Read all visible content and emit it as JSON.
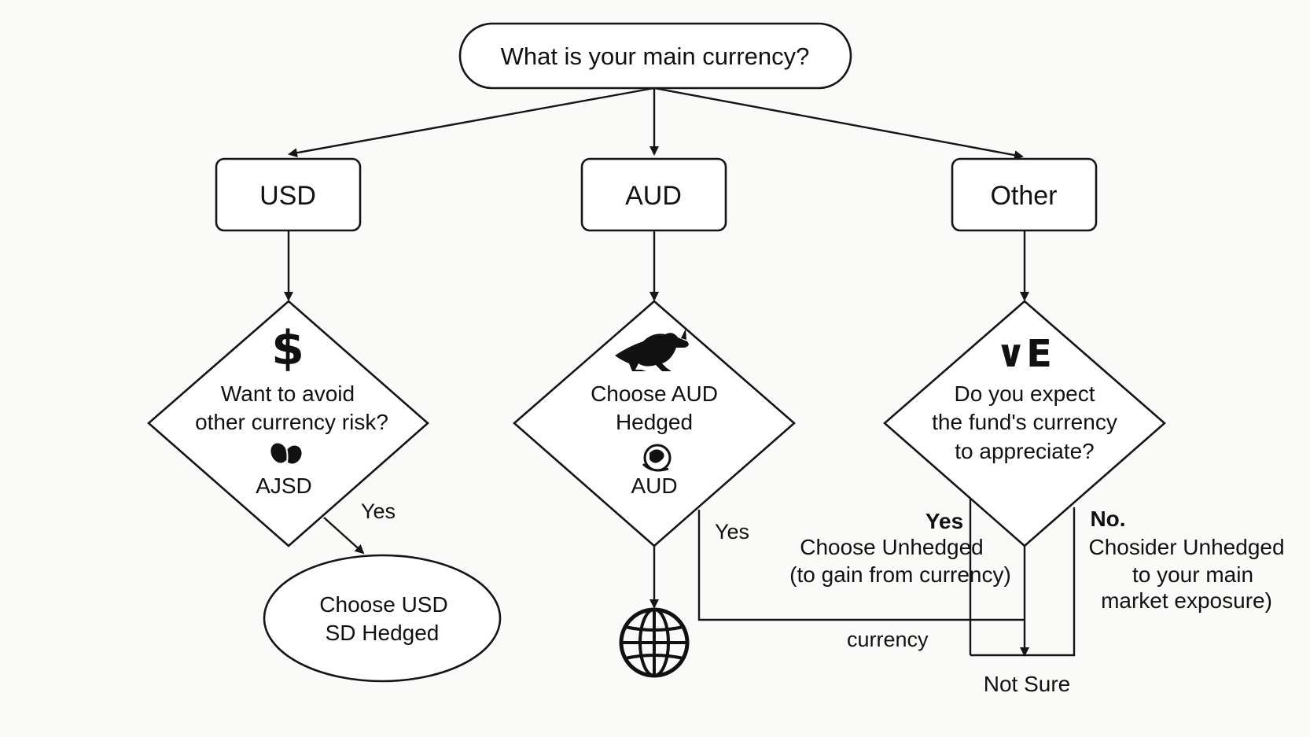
{
  "root": {
    "label": "What is your main currency?"
  },
  "options": {
    "usd": {
      "label": "USD"
    },
    "aud": {
      "label": "AUD"
    },
    "other": {
      "label": "Other"
    }
  },
  "decisions": {
    "usd": {
      "icon": "dollar-icon",
      "glyph": "$",
      "lines": [
        "Want to avoid",
        "other currency risk?"
      ],
      "sub_icon": "leaf-icon",
      "sub_label": "AJSD"
    },
    "aud": {
      "icon": "kangaroo-icon",
      "lines": [
        "Choose AUD",
        "Hedged"
      ],
      "sub_icon": "globe-swirl-icon",
      "sub_label": "AUD"
    },
    "other": {
      "icon": "currency-symbol-icon",
      "glyph": "∨E",
      "lines": [
        "Do you expect",
        "the fund's currency",
        "to appreciate?"
      ]
    }
  },
  "outcomes": {
    "usd_hedged": {
      "lines": [
        "Choose USD",
        "SD Hedged"
      ]
    },
    "aud_globe": {
      "icon": "globe-icon"
    },
    "not_sure": {
      "label": "Not Sure"
    }
  },
  "edge_labels": {
    "usd_yes": "Yes",
    "aud_yes": "Yes",
    "currency": "currency",
    "other_yes_title": "Yes",
    "other_yes_lines": [
      "Choose Unhedged",
      "(to gain from currency)"
    ],
    "other_no_title": "No.",
    "other_no_lines": [
      "Chosider Unhedged",
      "to your main",
      "market exposure)"
    ]
  },
  "colors": {
    "stroke": "#151515",
    "text": "#111111",
    "background": "#fafaf8"
  }
}
